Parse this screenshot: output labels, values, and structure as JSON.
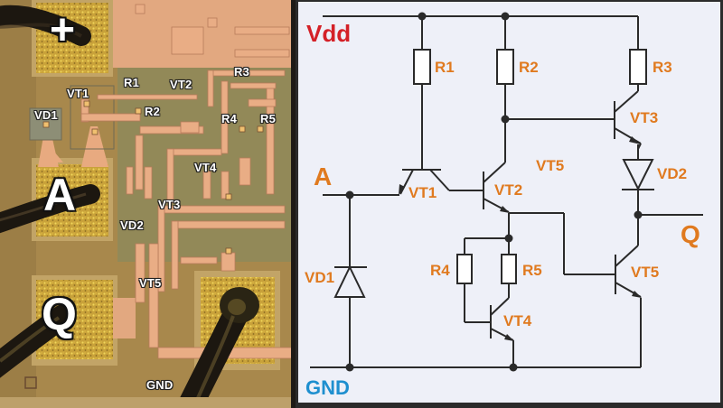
{
  "photo": {
    "pads": {
      "plus": "+",
      "a": "A",
      "q": "Q"
    },
    "labels": {
      "vt1": "VT1",
      "vd1": "VD1",
      "r1": "R1",
      "r2": "R2",
      "vt2": "VT2",
      "r3": "R3",
      "r4": "R4",
      "r5": "R5",
      "vt4": "VT4",
      "vt3": "VT3",
      "vd2": "VD2",
      "vt5": "VT5",
      "gnd": "GND"
    }
  },
  "schematic": {
    "rails": {
      "vdd": "Vdd",
      "gnd": "GND"
    },
    "ports": {
      "a": "A",
      "q": "Q"
    },
    "components": {
      "r1": "R1",
      "r2": "R2",
      "r3": "R3",
      "r4": "R4",
      "r5": "R5",
      "vt1": "VT1",
      "vt2": "VT2",
      "vt3": "VT3",
      "vt4": "VT4",
      "vt5": "VT5",
      "vt5_extra": "VT5",
      "vd1": "VD1",
      "vd2": "VD2"
    },
    "colors": {
      "vdd": "#d42027",
      "gnd": "#1e8fcf",
      "component_label": "#e07a1f",
      "wire": "#2a2a2a",
      "background": "#eef0f8"
    }
  }
}
